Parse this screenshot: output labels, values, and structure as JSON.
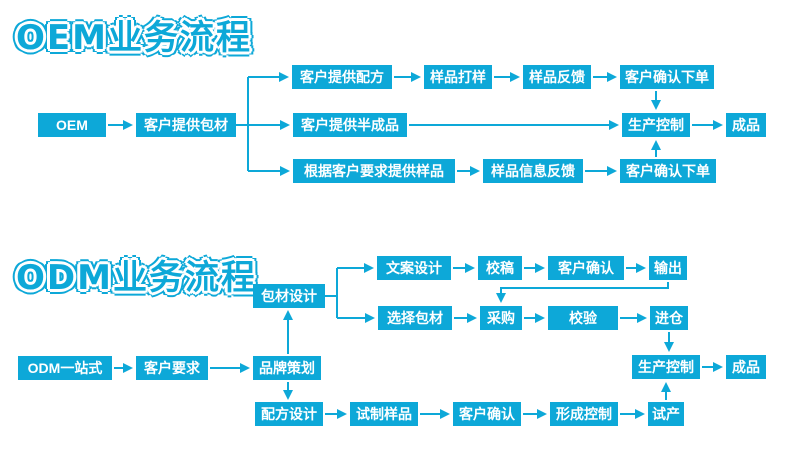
{
  "colors": {
    "box": "#0da8d8",
    "arrow": "#0da8d8",
    "title": "#0da8d8",
    "text": "#ffffff"
  },
  "oem": {
    "title": "OEM业务流程",
    "start": "OEM",
    "supply": "客户提供包材",
    "top_row": [
      "客户提供配方",
      "样品打样",
      "样品反馈",
      "客户确认下单"
    ],
    "mid": "客户提供半成品",
    "bottom_row": [
      "根据客户要求提供样品",
      "样品信息反馈",
      "客户确认下单"
    ],
    "production": "生产控制",
    "finished": "成品"
  },
  "odm": {
    "title": "ODM业务流程",
    "start": "ODM一站式",
    "requirement": "客户要求",
    "branding": "品牌策划",
    "packaging": "包材设计",
    "copy_row": [
      "文案设计",
      "校稿",
      "客户确认",
      "输出"
    ],
    "material_row": [
      "选择包材",
      "采购",
      "校验",
      "进仓"
    ],
    "formula_row": [
      "配方设计",
      "试制样品",
      "客户确认",
      "形成控制",
      "试产"
    ],
    "production": "生产控制",
    "finished": "成品"
  }
}
